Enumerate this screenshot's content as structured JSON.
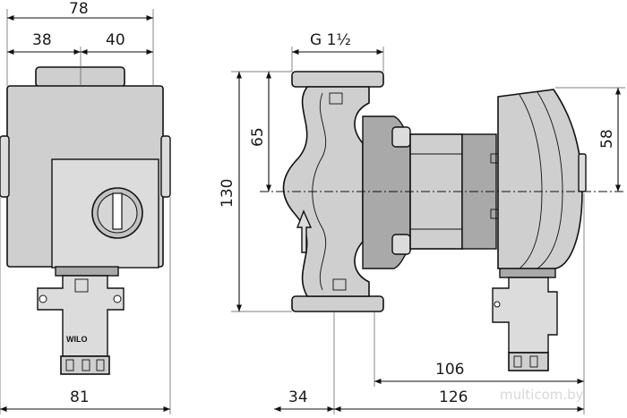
{
  "dimensions": {
    "top_total": "78",
    "top_left": "38",
    "top_right": "40",
    "bottom_left": "81",
    "thread": "G 1½",
    "height_upper": "65",
    "height_total": "130",
    "height_right": "58",
    "depth_inner": "106",
    "depth_flange": "34",
    "depth_total": "126"
  },
  "logo_text": "WILO",
  "watermark": "multicom.by"
}
